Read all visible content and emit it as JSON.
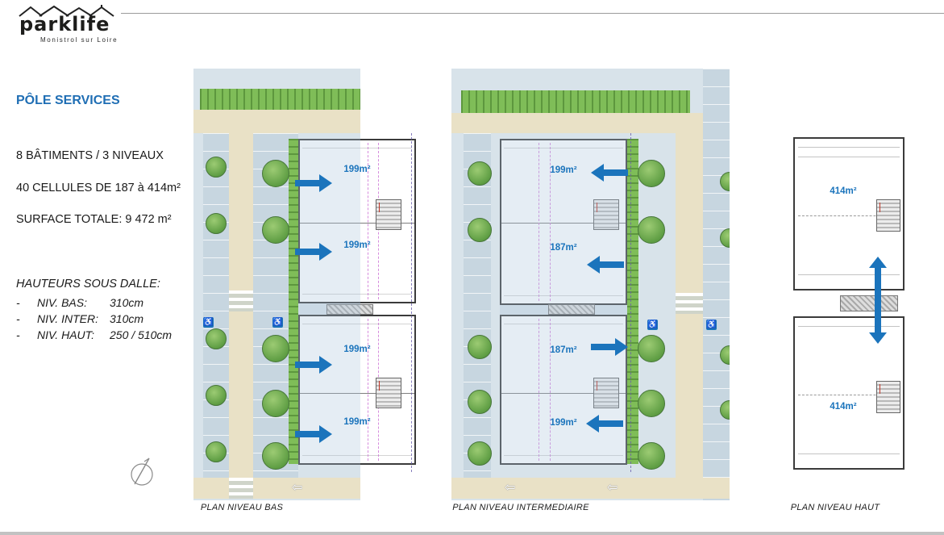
{
  "logo": {
    "name": "parklife",
    "subtitle": "Monistrol sur Loire"
  },
  "info": {
    "title": "PÔLE SERVICES",
    "facts": [
      "8 BÂTIMENTS / 3 NIVEAUX",
      "40 CELLULES DE 187 à 414m²",
      "SURFACE TOTALE: 9 472 m²"
    ],
    "heights_title": "HAUTEURS SOUS DALLE:",
    "dash": "-",
    "heights": [
      {
        "label": "NIV. BAS:",
        "value": "310cm"
      },
      {
        "label": "NIV. INTER:",
        "value": "310cm"
      },
      {
        "label": "NIV. HAUT:",
        "value": "250 / 510cm"
      }
    ]
  },
  "plans": {
    "bas": {
      "caption": "PLAN NIVEAU BAS",
      "cells": [
        "199m²",
        "199m²",
        "199m²",
        "199m²"
      ]
    },
    "inter": {
      "caption": "PLAN NIVEAU INTERMEDIAIRE",
      "cells": [
        "199m²",
        "187m²",
        "187m²",
        "199m²"
      ]
    },
    "haut": {
      "caption": "PLAN NIVEAU HAUT",
      "cells": [
        "414m²",
        "414m²"
      ]
    }
  },
  "icons": {
    "wheelchair": "♿",
    "road_arrow": "⇦"
  },
  "colors": {
    "accent_blue": "#1b74bc",
    "title_blue": "#1f6eb4"
  }
}
